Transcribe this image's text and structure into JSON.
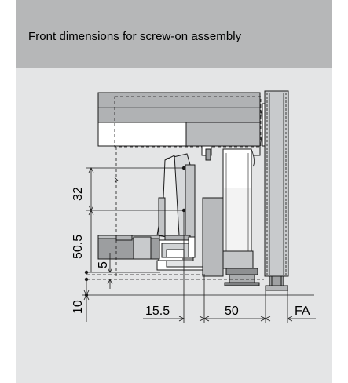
{
  "header": {
    "title": "Front dimensions for screw-on assembly"
  },
  "dimensions": {
    "d32": "32",
    "d50_5": "50.5",
    "d5": "5",
    "d10": "10",
    "d15_5": "15.5",
    "d50": "50",
    "fa": "FA"
  },
  "colors": {
    "panel": "#e4e5e6",
    "header": "#b6b7b8",
    "part_dark": "#adafb1",
    "part_mid": "#c4c6c8",
    "part_light": "#d8dadb",
    "white": "#ffffff",
    "line": "#1a1a1a"
  }
}
